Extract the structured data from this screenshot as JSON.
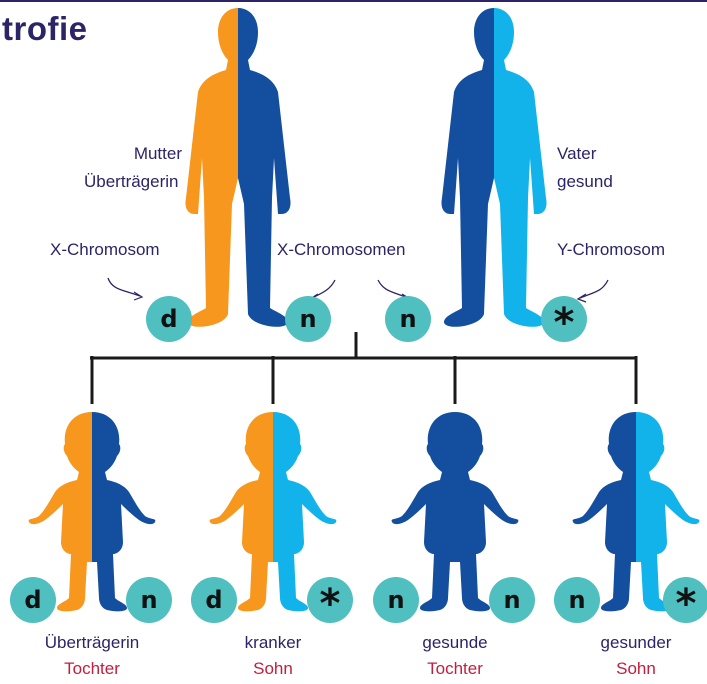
{
  "title": "trofie",
  "parents": {
    "mother": {
      "line1": "Mutter",
      "line2": "Überträgerin"
    },
    "father": {
      "line1": "Vater",
      "line2": "gesund"
    }
  },
  "chromosome_labels": {
    "mother_x": "X-Chromosom",
    "middle_x": "X-Chromosomen",
    "father_y": "Y-Chromosom"
  },
  "parent_alleles": [
    "d",
    "n",
    "n",
    "*"
  ],
  "children": [
    {
      "alleles": [
        "d",
        "n"
      ],
      "line1": "Überträgerin",
      "line2": "Tochter"
    },
    {
      "alleles": [
        "d",
        "*"
      ],
      "line1": "kranker",
      "line2": "Sohn"
    },
    {
      "alleles": [
        "n",
        "n"
      ],
      "line1": "gesunde",
      "line2": "Tochter"
    },
    {
      "alleles": [
        "n",
        "*"
      ],
      "line1": "gesunder",
      "line2": "Sohn"
    }
  ],
  "colors": {
    "orange": "#f7971d",
    "dark_blue": "#134f9e",
    "light_blue": "#12b3ea",
    "teal_badge": "#4fbfbf",
    "label_navy": "#2b2467",
    "label_red": "#c31e3c"
  }
}
